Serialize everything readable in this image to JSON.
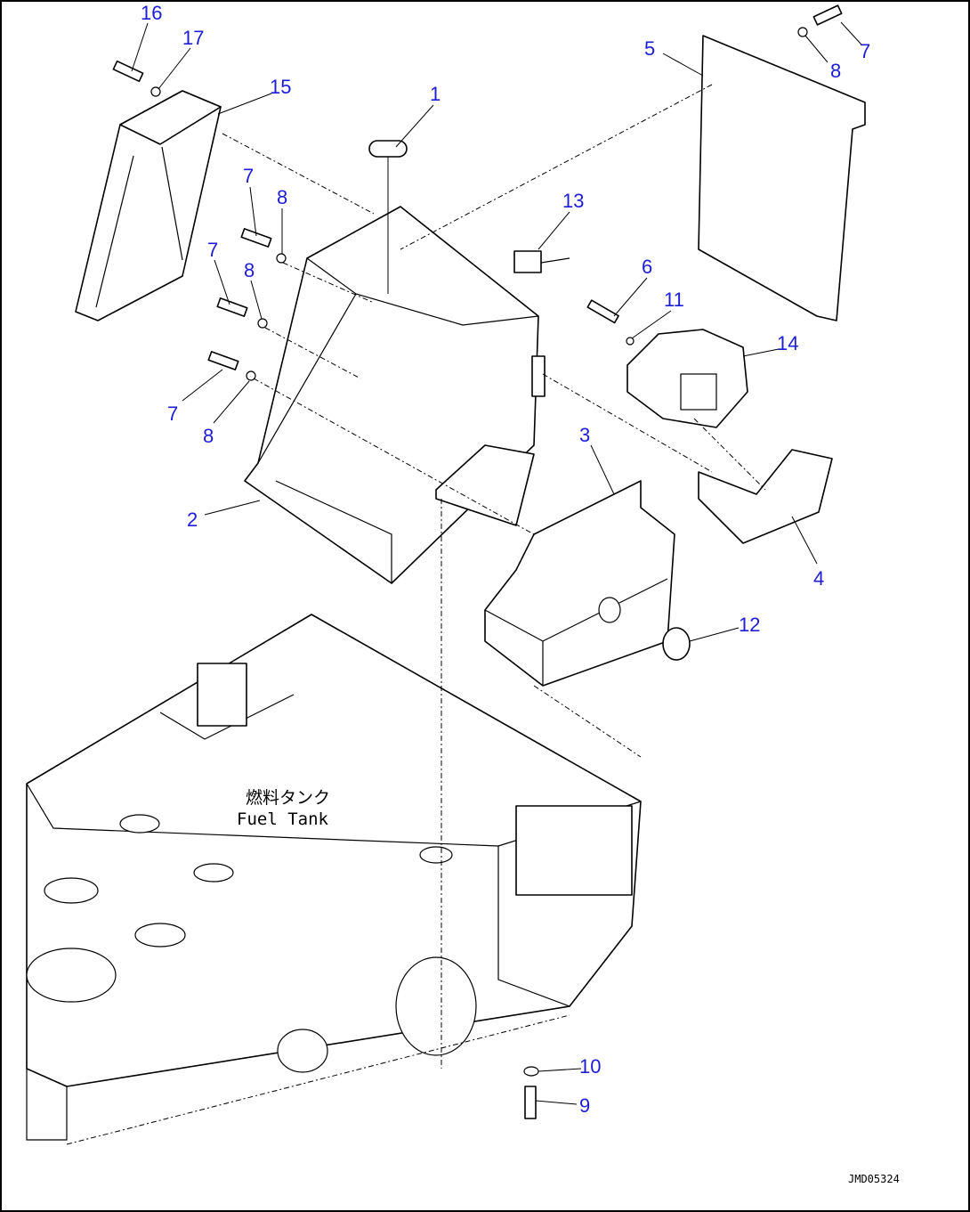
{
  "diagram": {
    "callouts": [
      "16",
      "17",
      "15",
      "1",
      "5",
      "8",
      "7",
      "13",
      "7",
      "8",
      "7",
      "8",
      "6",
      "11",
      "14",
      "7",
      "8",
      "3",
      "2",
      "4",
      "12",
      "10",
      "9"
    ],
    "fuel_tank_jp": "燃料タンク",
    "fuel_tank_en": "Fuel Tank",
    "drawing_code": "JMD05324",
    "callout_color": "#1d1dd6"
  }
}
